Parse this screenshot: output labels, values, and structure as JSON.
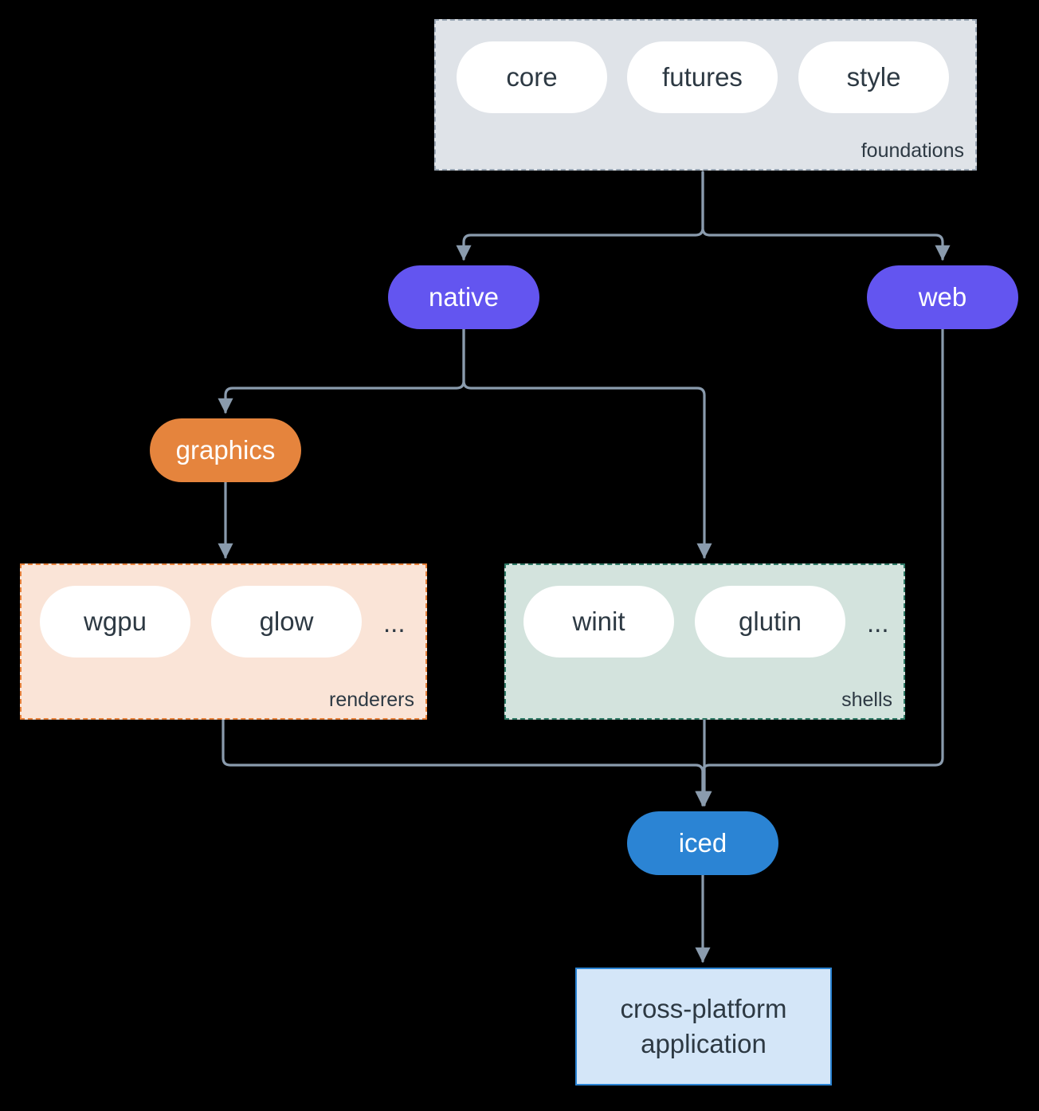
{
  "diagram": {
    "type": "flowchart",
    "direction": "top-down",
    "background": "#000000",
    "edge_color": "#8a9bad",
    "clusters": [
      {
        "id": "foundations",
        "label": "foundations",
        "fill": "#dfe3e8",
        "border": "#9aa6b4",
        "border_style": "dashed",
        "nodes": [
          {
            "id": "core",
            "label": "core",
            "shape": "pill",
            "fill": "#ffffff"
          },
          {
            "id": "futures",
            "label": "futures",
            "shape": "pill",
            "fill": "#ffffff"
          },
          {
            "id": "style",
            "label": "style",
            "shape": "pill",
            "fill": "#ffffff"
          }
        ]
      },
      {
        "id": "renderers",
        "label": "renderers",
        "fill": "#fae4d7",
        "border": "#e8823c",
        "border_style": "dashed",
        "nodes": [
          {
            "id": "wgpu",
            "label": "wgpu",
            "shape": "pill",
            "fill": "#ffffff"
          },
          {
            "id": "glow",
            "label": "glow",
            "shape": "pill",
            "fill": "#ffffff"
          }
        ],
        "overflow_label": "..."
      },
      {
        "id": "shells",
        "label": "shells",
        "fill": "#d3e3dd",
        "border": "#2f7a66",
        "border_style": "dashed",
        "nodes": [
          {
            "id": "winit",
            "label": "winit",
            "shape": "pill",
            "fill": "#ffffff"
          },
          {
            "id": "glutin",
            "label": "glutin",
            "shape": "pill",
            "fill": "#ffffff"
          }
        ],
        "overflow_label": "..."
      }
    ],
    "nodes": [
      {
        "id": "native",
        "label": "native",
        "shape": "stadium",
        "fill": "#6355f0",
        "text": "#ffffff"
      },
      {
        "id": "web",
        "label": "web",
        "shape": "stadium",
        "fill": "#6355f0",
        "text": "#ffffff"
      },
      {
        "id": "graphics",
        "label": "graphics",
        "shape": "stadium",
        "fill": "#e5843d",
        "text": "#ffffff"
      },
      {
        "id": "iced",
        "label": "iced",
        "shape": "stadium",
        "fill": "#2b84d4",
        "text": "#ffffff"
      },
      {
        "id": "application",
        "label_line_1": "cross-platform",
        "label_line_2": "application",
        "shape": "rectangle",
        "fill": "#d4e6f8",
        "border": "#2b84d4",
        "text": "#2d3943"
      }
    ],
    "edges": [
      {
        "from": "foundations",
        "to": "native",
        "arrow": true
      },
      {
        "from": "foundations",
        "to": "web",
        "arrow": true
      },
      {
        "from": "native",
        "to": "graphics",
        "arrow": true
      },
      {
        "from": "native",
        "to": "shells",
        "arrow": true
      },
      {
        "from": "graphics",
        "to": "renderers",
        "arrow": true
      },
      {
        "from": "renderers",
        "to": "iced",
        "arrow": true
      },
      {
        "from": "shells",
        "to": "iced",
        "arrow": true
      },
      {
        "from": "web",
        "to": "iced",
        "arrow": true
      },
      {
        "from": "iced",
        "to": "application",
        "arrow": true
      }
    ]
  }
}
